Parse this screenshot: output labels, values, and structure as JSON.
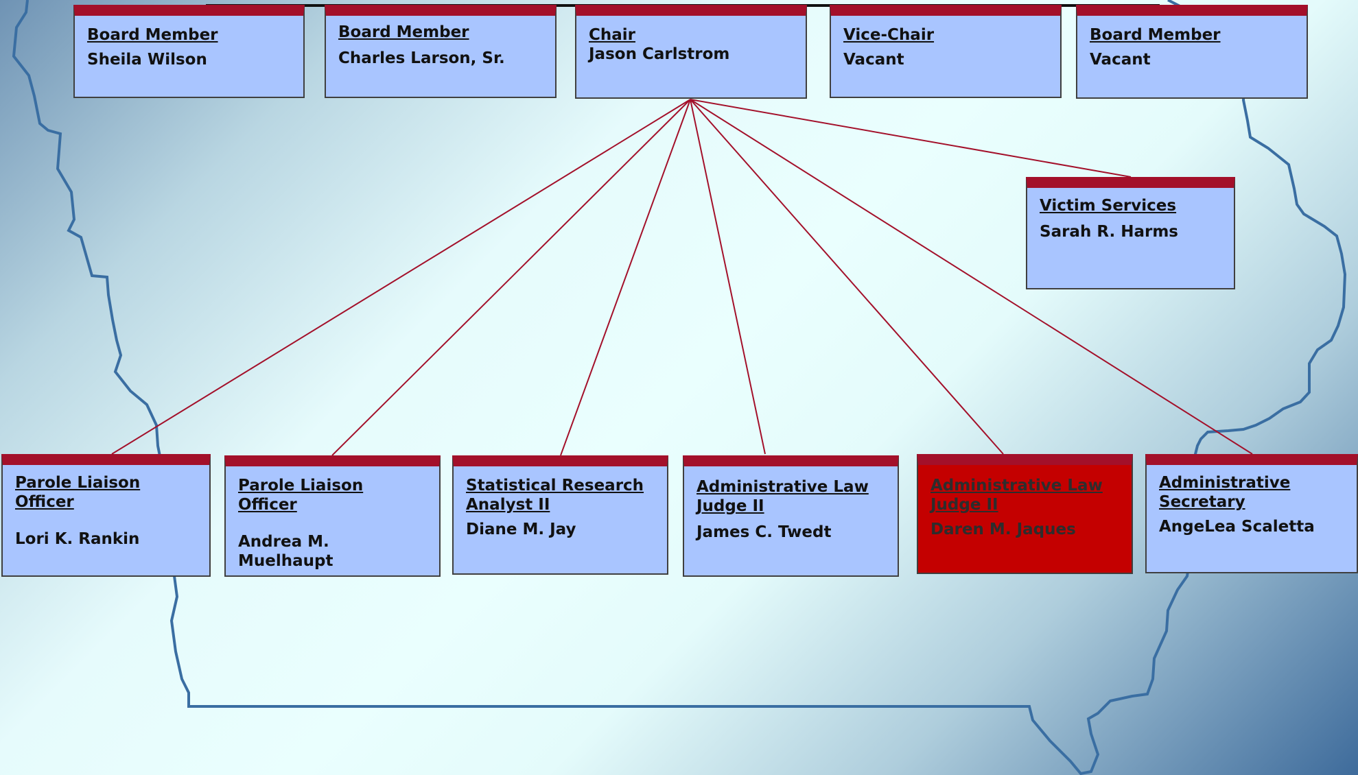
{
  "colors": {
    "box_fill": "#a9c5ff",
    "box_header": "#a3102a",
    "highlight_fill": "#c40000",
    "connector": "#a3102a",
    "state_outline": "#3a6ea2"
  },
  "board": [
    {
      "title": "Board Member",
      "person": "Sheila Wilson"
    },
    {
      "title": "Board Member",
      "person": "Charles Larson, Sr."
    },
    {
      "title": "Chair",
      "person": "Jason Carlstrom"
    },
    {
      "title": "Vice-Chair",
      "person": "Vacant"
    },
    {
      "title": "Board Member",
      "person": "Vacant"
    }
  ],
  "victim_services": {
    "title": "Victim Services",
    "person": "Sarah R. Harms"
  },
  "staff": [
    {
      "title": "Parole Liaison Officer",
      "person": "Lori K. Rankin"
    },
    {
      "title": "Parole Liaison Officer",
      "person": "Andrea M. Muelhaupt"
    },
    {
      "title": "Statistical Research Analyst II",
      "person": "Diane M. Jay"
    },
    {
      "title": "Administrative Law Judge II",
      "person": "James C. Twedt"
    },
    {
      "title": "Administrative Law Judge II",
      "person": "Daren M. Jaques",
      "highlighted": true
    },
    {
      "title": "Administrative Secretary",
      "person": "AngeLea Scaletta"
    }
  ]
}
